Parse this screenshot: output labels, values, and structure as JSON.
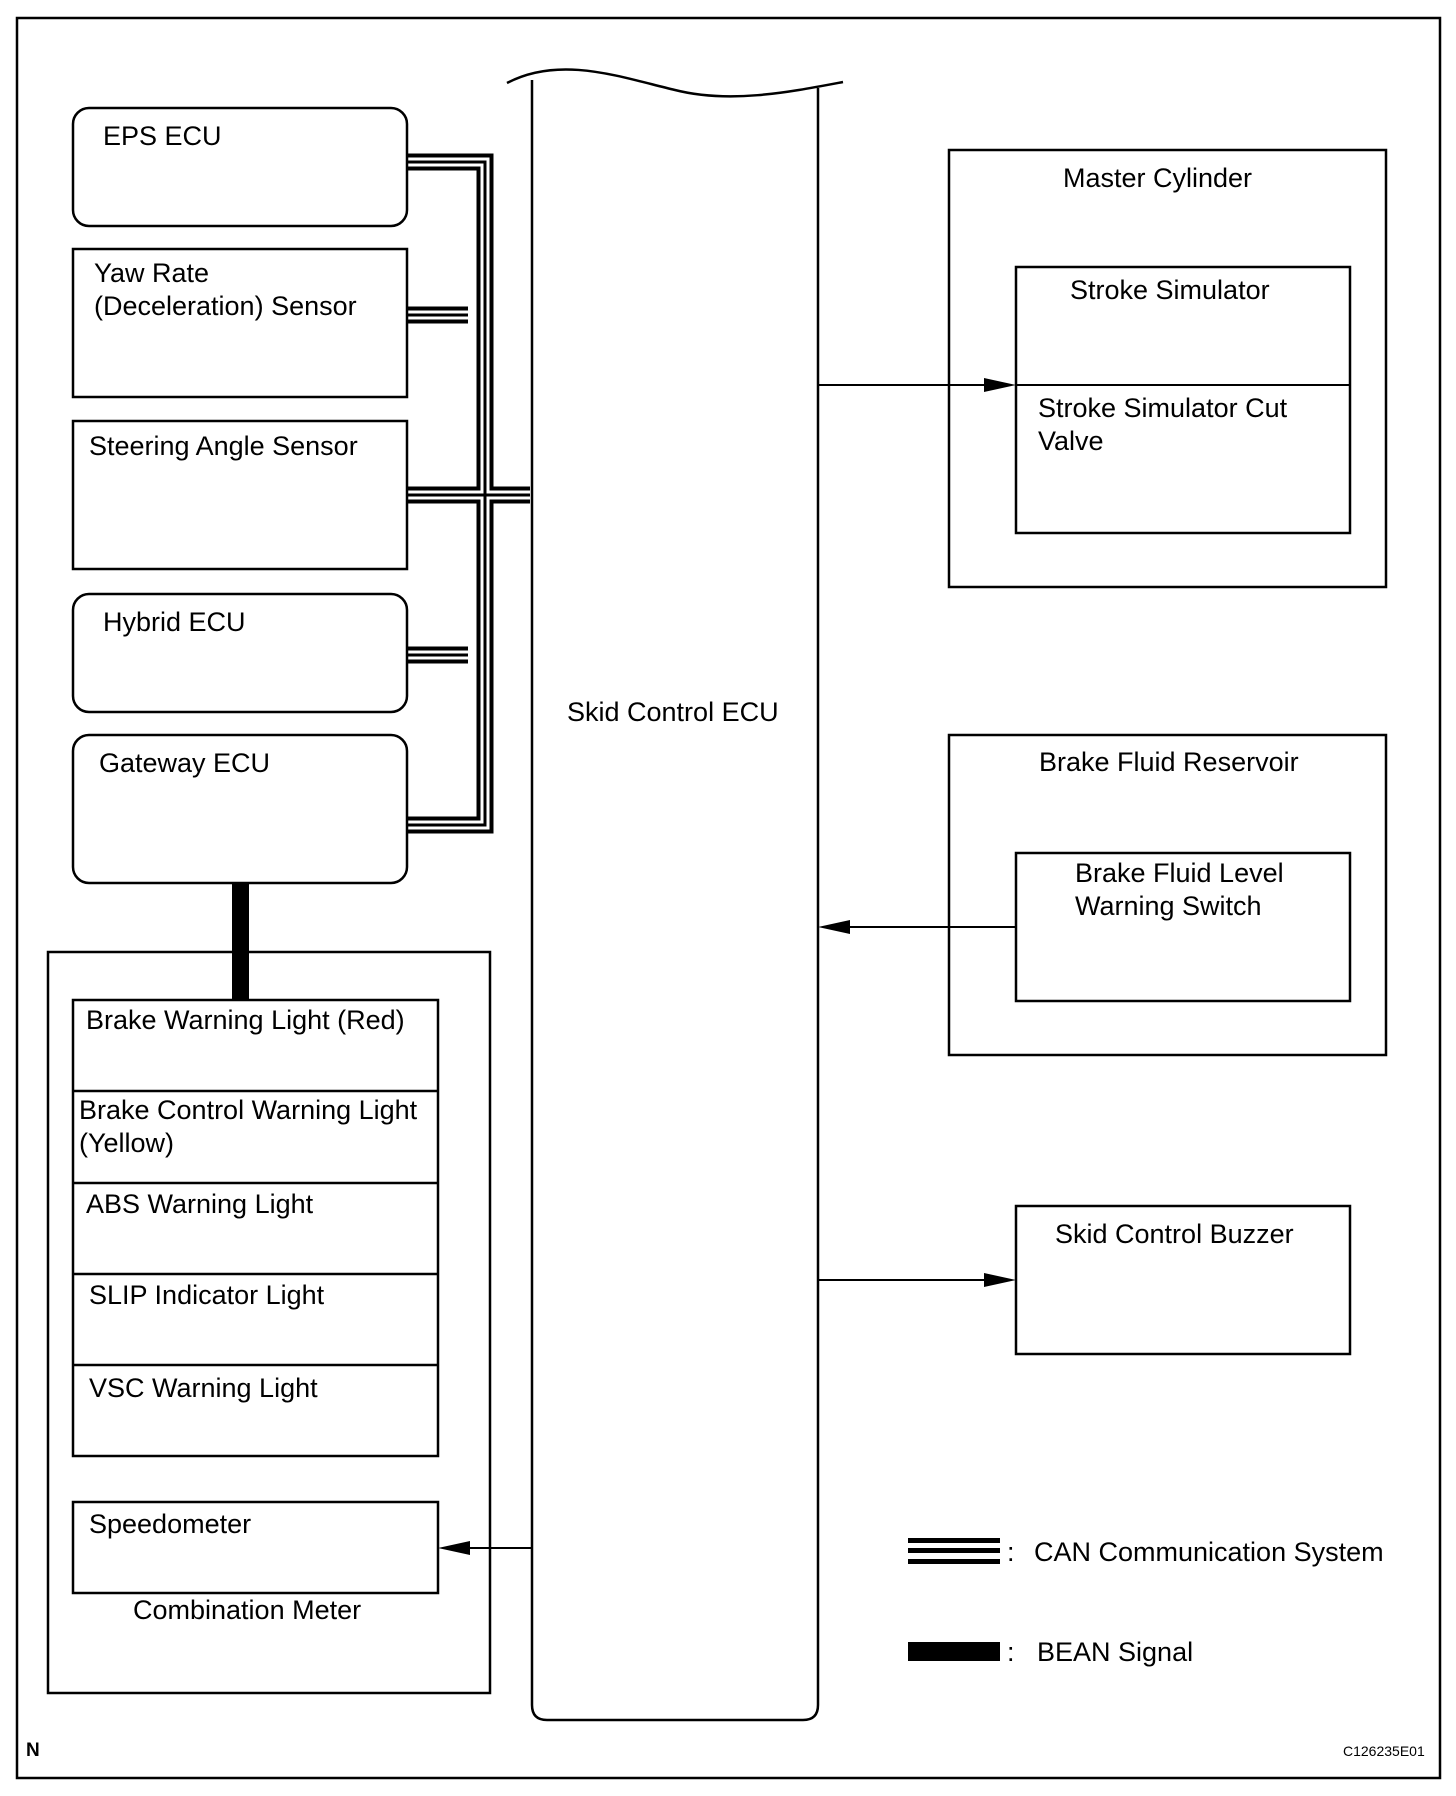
{
  "ecus": {
    "eps_ecu": "EPS ECU",
    "yaw_rate_sensor": "Yaw Rate\n(Deceleration) Sensor",
    "steering_angle_sensor": "Steering Angle Sensor",
    "hybrid_ecu": "Hybrid ECU",
    "gateway_ecu": "Gateway ECU",
    "skid_control_ecu": "Skid Control ECU"
  },
  "combination_meter": {
    "title": "Combination Meter",
    "lights": [
      "Brake Warning Light (Red)",
      "Brake Control Warning Light\n(Yellow)",
      "ABS Warning Light",
      "SLIP Indicator Light",
      "VSC Warning Light"
    ],
    "speedometer": "Speedometer"
  },
  "master_cylinder": {
    "title": "Master Cylinder",
    "stroke_simulator": "Stroke Simulator",
    "cut_valve": "Stroke Simulator Cut\nValve"
  },
  "reservoir": {
    "title": "Brake Fluid Reservoir",
    "switch": "Brake Fluid Level\nWarning Switch"
  },
  "buzzer": "Skid Control Buzzer",
  "legend": {
    "can_label": "CAN Communication System",
    "bean_label": "BEAN Signal",
    "separator": ":"
  },
  "corner_marks": {
    "left": "N",
    "right": "C126235E01"
  }
}
